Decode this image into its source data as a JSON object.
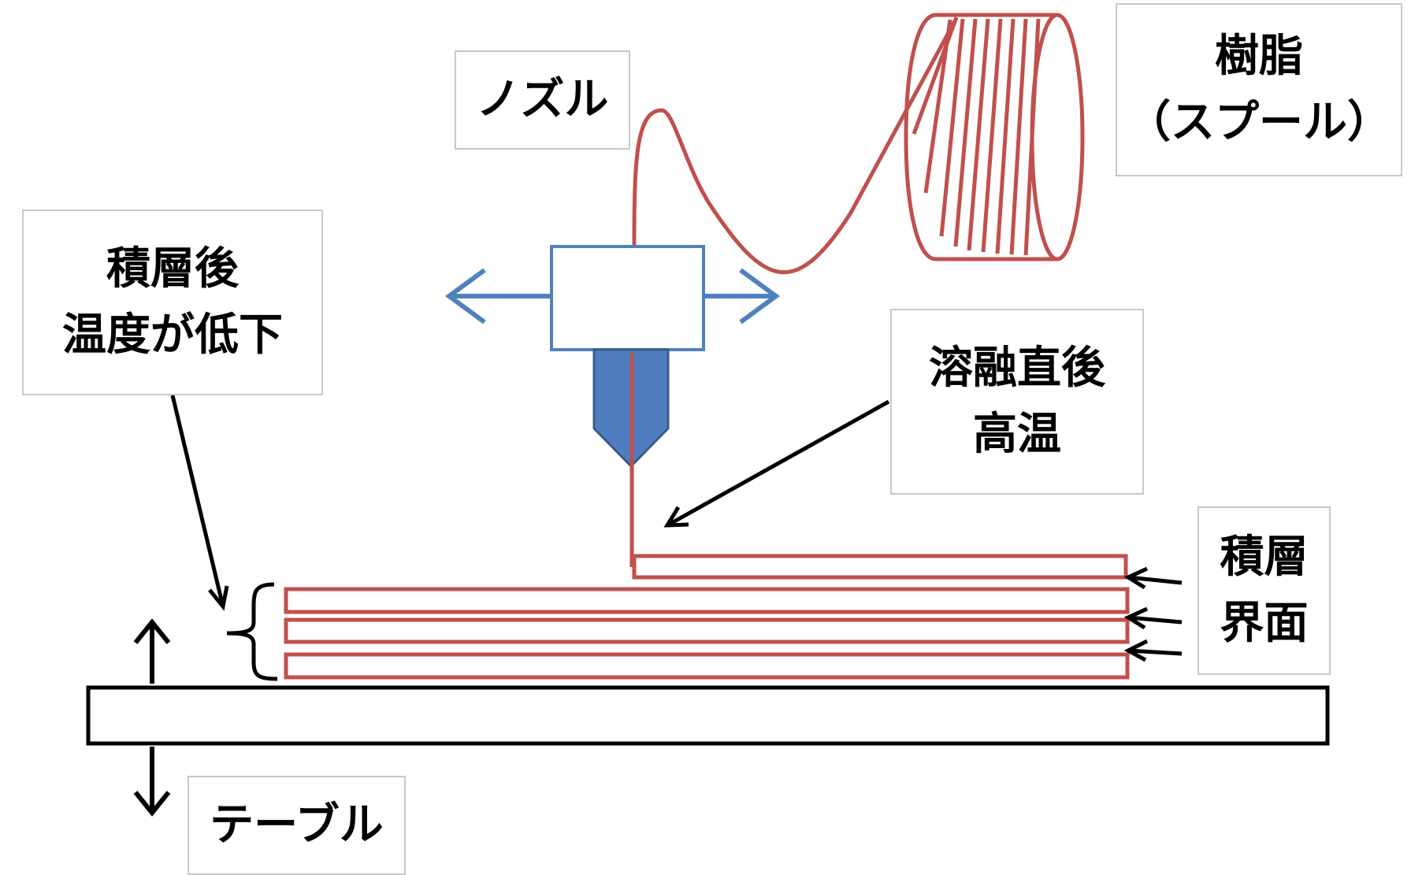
{
  "labels": {
    "nozzle": "ノズル",
    "resin_line1": "樹脂",
    "resin_line2": "（スプール）",
    "after_lamination_line1": "積層後",
    "after_lamination_line2": "温度が低下",
    "just_melted_line1": "溶融直後",
    "just_melted_line2": "高温",
    "interface_line1": "積層",
    "interface_line2": "界面",
    "table": "テーブル"
  },
  "colors": {
    "filament": "#c0504d",
    "nozzle_outline": "#4f81bd",
    "nozzle_fill": "#4f7dbf",
    "pointer": "#000000",
    "label_border": "#c8c8c8"
  }
}
